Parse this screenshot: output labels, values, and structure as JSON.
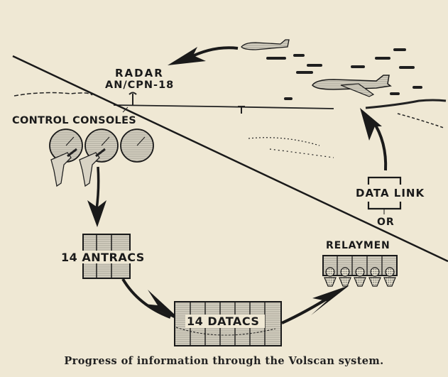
{
  "diagram": {
    "labels": {
      "radar_line1": "RADAR",
      "radar_line2": "AN/CPN-18",
      "control_consoles": "CONTROL CONSOLES",
      "antracs": "14 ANTRACS",
      "datacs": "14 DATACS",
      "relaymen": "RELAYMEN",
      "data_link": "DATA LINK",
      "or": "OR"
    },
    "caption": "Progress of information through the Volscan system.",
    "flow": [
      "RADAR AN/CPN-18",
      "CONTROL CONSOLES",
      "14 ANTRACS",
      "14 DATACS",
      "RELAYMEN",
      "DATA LINK",
      "Aircraft"
    ],
    "colors": {
      "paper": "#efe8d4",
      "ink": "#1a1a1a",
      "box_fill": "#c9c4b6"
    }
  }
}
